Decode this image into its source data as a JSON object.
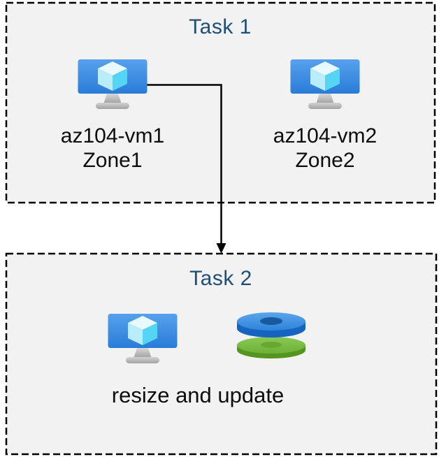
{
  "diagram": {
    "task1": {
      "title": "Task 1",
      "vms": [
        {
          "name": "az104-vm1",
          "zone": "Zone1",
          "icon": "virtual-machine-icon"
        },
        {
          "name": "az104-vm2",
          "zone": "Zone2",
          "icon": "virtual-machine-icon"
        }
      ]
    },
    "task2": {
      "title": "Task 2",
      "caption": "resize and update",
      "icons": [
        "virtual-machine-icon",
        "managed-disks-icon"
      ]
    },
    "connector": {
      "type": "arrow",
      "from": "az104-vm1",
      "to": "Task 2"
    }
  },
  "colors": {
    "title_blue": "#1f4e79",
    "text_black": "#0d0d0d",
    "box_bg": "#f2f2f2",
    "line_black": "#000000",
    "vm_screen_top": "#56a1ed",
    "vm_screen_bottom": "#2a7cd8",
    "cube_top": "#e8fafe",
    "cube_left": "#b9edfb",
    "cube_right": "#55d5f4",
    "disk_blue_top": "#5ba6ec",
    "disk_blue_side": "#1565c0",
    "disk_blue_hole": "#185a9e",
    "disk_green_top": "#89ca55",
    "disk_green_side": "#569420",
    "disk_green_hole": "#69a733"
  }
}
